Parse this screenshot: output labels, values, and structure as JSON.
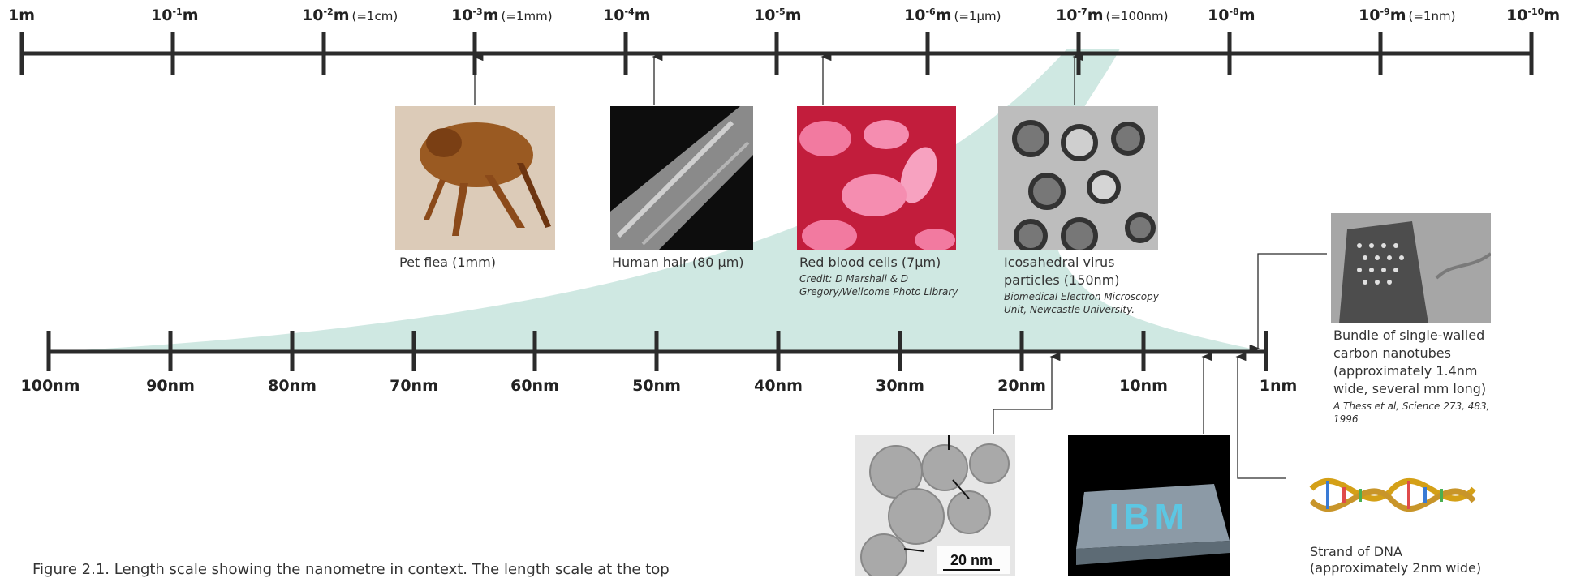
{
  "top_scale": {
    "labels": [
      {
        "base": "1m",
        "exp": "",
        "eq": ""
      },
      {
        "base": "10",
        "exp": "-1",
        "eq": ""
      },
      {
        "base": "10",
        "exp": "-2",
        "eq": "(=1cm)"
      },
      {
        "base": "10",
        "exp": "-3",
        "eq": "(=1mm)"
      },
      {
        "base": "10",
        "exp": "-4",
        "eq": ""
      },
      {
        "base": "10",
        "exp": "-5",
        "eq": ""
      },
      {
        "base": "10",
        "exp": "-6",
        "eq": "(=1µm)"
      },
      {
        "base": "10",
        "exp": "-7",
        "eq": "(=100nm)"
      },
      {
        "base": "10",
        "exp": "-8",
        "eq": ""
      },
      {
        "base": "10",
        "exp": "-9",
        "eq": "(=1nm)"
      },
      {
        "base": "10",
        "exp": "-10",
        "eq": ""
      }
    ],
    "unit": "m"
  },
  "bottom_scale": {
    "labels": [
      "100nm",
      "90nm",
      "80nm",
      "70nm",
      "60nm",
      "50nm",
      "40nm",
      "30nm",
      "20nm",
      "10nm",
      "1nm"
    ]
  },
  "images": {
    "flea": {
      "caption": "Pet flea (1mm)"
    },
    "hair": {
      "caption": "Human hair (80 µm)"
    },
    "rbc": {
      "caption": "Red blood cells (7µm)",
      "credit_1": "Credit: D Marshall & D",
      "credit_2": "Gregory/Wellcome Photo Library"
    },
    "virus": {
      "caption_1": "Icosahedral virus",
      "caption_2": "particles (150nm)",
      "credit_1": "Biomedical Electron Microscopy",
      "credit_2": "Unit, Newcastle University."
    },
    "nanotube": {
      "caption_1": "Bundle of single-walled",
      "caption_2": "carbon nanotubes",
      "caption_3": "(approximately 1.4nm",
      "caption_4": "wide, several mm long)",
      "credit_1": "A Thess et al, Science 273, 483,",
      "credit_2": "1996"
    },
    "tem": {
      "scale_label": "20 nm"
    },
    "ibm": {
      "letters": "IBM"
    },
    "dna": {
      "caption_1": "Strand of DNA",
      "caption_2": "(approximately 2nm wide)"
    }
  },
  "figure_caption": "Figure 2.1. Length scale showing the nanometre in context. The length scale at the top",
  "colors": {
    "scale_line": "#2b2b2b",
    "zoom_band": "#cfe8e2",
    "rbc_background": "#c21d3c"
  }
}
